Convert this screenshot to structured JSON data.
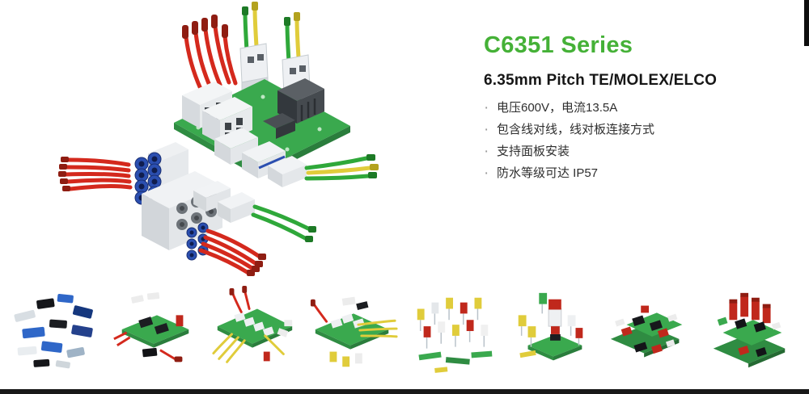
{
  "header": {
    "series_title": "C6351 Series",
    "subtitle": "6.35mm Pitch TE/MOLEX/ELCO"
  },
  "features": {
    "marker": "·",
    "items": [
      "电压600V，电流13.5A",
      "包含线对线，线对板连接方式",
      "支持面板安装",
      "防水等级可达 IP57"
    ]
  },
  "colors": {
    "accent_green": "#45b137",
    "pcb_green": "#3aa94e",
    "wire_red": "#d4291d",
    "wire_yellow": "#e0cc3b",
    "wire_green": "#2fa83a",
    "seal_blue": "#2b4fb0",
    "edge_black": "#181818"
  },
  "illustrations": {
    "hero": "isometric-connector-assembly-on-pcb",
    "thumbnails": [
      "loose-crimp-terminals",
      "pcb-with-connectors-red-wires",
      "pcb-wire-to-board-yellow-red",
      "pcb-headers-yellow-wires",
      "terminal-flags-assorted",
      "pcb-vertical-connector-stack",
      "pcb-dense-connector-cluster",
      "pcb-tall-connector-towers"
    ]
  }
}
